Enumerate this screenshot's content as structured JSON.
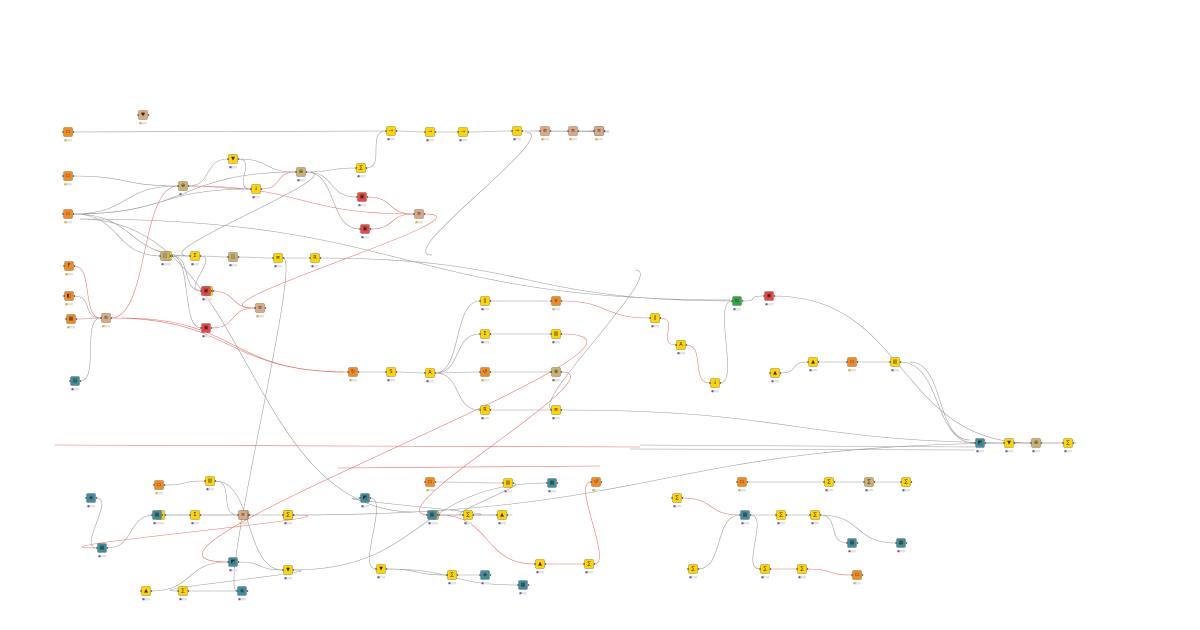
{
  "workflow": {
    "colors": {
      "source": "#f08a24",
      "manipulator": "#ffd500",
      "sink": "#e8454e",
      "meta": "#d9a98a",
      "loop": "#c7b374",
      "view": "#3a8fa6",
      "flow": "#2ea84a",
      "edge": "#9a9a9a",
      "edge_highlight": "#e8706a",
      "status_ok": "#6a4fa0",
      "status_warn": "#e8a020"
    },
    "nodes": [
      {
        "id": "n1",
        "kind": "source",
        "icon": "table-reader-icon"
      },
      {
        "id": "n2",
        "kind": "meta",
        "icon": "annotation-icon"
      },
      {
        "id": "n3",
        "kind": "source",
        "icon": "file-reader-icon"
      },
      {
        "id": "n4",
        "kind": "source",
        "icon": "file-reader-icon"
      },
      {
        "id": "n5",
        "kind": "source",
        "icon": "database-icon"
      },
      {
        "id": "n6",
        "kind": "source",
        "icon": "excel-reader-icon"
      },
      {
        "id": "n7",
        "kind": "source",
        "icon": "csv-reader-icon"
      },
      {
        "id": "n8",
        "kind": "view",
        "icon": "image-icon"
      },
      {
        "id": "n9",
        "kind": "meta",
        "icon": "metanode-icon"
      },
      {
        "id": "n10",
        "kind": "loop",
        "icon": "joiner-icon"
      },
      {
        "id": "n11",
        "kind": "manipulator",
        "icon": "filter-icon"
      },
      {
        "id": "n12",
        "kind": "manipulator",
        "icon": "sorter-icon"
      },
      {
        "id": "n13",
        "kind": "loop",
        "icon": "joiner-icon"
      },
      {
        "id": "n14",
        "kind": "manipulator",
        "icon": "math-icon"
      },
      {
        "id": "n15",
        "kind": "sink",
        "icon": "writer-icon"
      },
      {
        "id": "n16",
        "kind": "sink",
        "icon": "writer-icon"
      },
      {
        "id": "n17",
        "kind": "meta",
        "icon": "metanode-icon"
      },
      {
        "id": "n18",
        "kind": "manipulator",
        "icon": "column-filter-icon"
      },
      {
        "id": "n19",
        "kind": "manipulator",
        "icon": "groupby-icon"
      },
      {
        "id": "n20",
        "kind": "loop",
        "icon": "pivot-icon"
      },
      {
        "id": "n21",
        "kind": "manipulator",
        "icon": "row-filter-icon"
      },
      {
        "id": "n22",
        "kind": "manipulator",
        "icon": "rule-engine-icon"
      },
      {
        "id": "n23",
        "kind": "manipulator",
        "icon": "rule-engine-icon"
      },
      {
        "id": "n24",
        "kind": "loop",
        "icon": "pivot-icon"
      },
      {
        "id": "n25",
        "kind": "manipulator",
        "icon": "row-filter-icon"
      },
      {
        "id": "n26",
        "kind": "sink",
        "icon": "writer-icon"
      },
      {
        "id": "n27",
        "kind": "sink",
        "icon": "writer-icon"
      },
      {
        "id": "n28",
        "kind": "meta",
        "icon": "metanode-icon"
      },
      {
        "id": "n29",
        "kind": "manipulator",
        "icon": "string-manipulation-icon"
      },
      {
        "id": "n30",
        "kind": "loop",
        "icon": "joiner-icon"
      },
      {
        "id": "n31",
        "kind": "manipulator",
        "icon": "row-filter-icon"
      },
      {
        "id": "n32",
        "kind": "manipulator",
        "icon": "column-rename-icon"
      },
      {
        "id": "n33",
        "kind": "manipulator",
        "icon": "math-icon"
      },
      {
        "id": "n34",
        "kind": "manipulator",
        "icon": "math-icon"
      },
      {
        "id": "n35",
        "kind": "manipulator",
        "icon": "math-icon"
      },
      {
        "id": "n36",
        "kind": "sink",
        "icon": "writer-icon"
      },
      {
        "id": "n37",
        "kind": "source",
        "icon": "loop-start-icon"
      },
      {
        "id": "n38",
        "kind": "manipulator",
        "icon": "string-manipulation-icon"
      },
      {
        "id": "n39",
        "kind": "manipulator",
        "icon": "column-rename-icon"
      },
      {
        "id": "n40",
        "kind": "manipulator",
        "icon": "arrow-right-icon"
      },
      {
        "id": "n41",
        "kind": "manipulator",
        "icon": "arrow-right-icon"
      },
      {
        "id": "n42",
        "kind": "manipulator",
        "icon": "arrow-right-icon"
      },
      {
        "id": "n43",
        "kind": "manipulator",
        "icon": "arrow-right-icon"
      },
      {
        "id": "n44",
        "kind": "meta",
        "icon": "metanode-icon"
      },
      {
        "id": "n45",
        "kind": "meta",
        "icon": "metanode-icon"
      },
      {
        "id": "n46",
        "kind": "meta",
        "icon": "metanode-icon"
      },
      {
        "id": "n47",
        "kind": "meta",
        "icon": "metanode-icon"
      },
      {
        "id": "n48",
        "kind": "manipulator",
        "icon": "concatenate-icon"
      },
      {
        "id": "n49",
        "kind": "manipulator",
        "icon": "groupby-icon"
      },
      {
        "id": "n50",
        "kind": "source",
        "icon": "loop-end-icon"
      },
      {
        "id": "n51",
        "kind": "flow",
        "icon": "switch-icon"
      },
      {
        "id": "n52",
        "kind": "manipulator",
        "icon": "rule-engine-icon"
      },
      {
        "id": "n53",
        "kind": "source",
        "icon": "variable-icon"
      },
      {
        "id": "n54",
        "kind": "manipulator",
        "icon": "column-filter-icon"
      },
      {
        "id": "n55",
        "kind": "loop",
        "icon": "joiner-icon"
      },
      {
        "id": "n56",
        "kind": "manipulator",
        "icon": "row-filter-icon"
      },
      {
        "id": "n57",
        "kind": "manipulator",
        "icon": "concatenate-icon"
      },
      {
        "id": "n58",
        "kind": "manipulator",
        "icon": "column-rename-icon"
      },
      {
        "id": "n59",
        "kind": "manipulator",
        "icon": "sorter-icon"
      },
      {
        "id": "n60",
        "kind": "sink",
        "icon": "writer-icon"
      },
      {
        "id": "n61",
        "kind": "manipulator",
        "icon": "chart-icon"
      },
      {
        "id": "n62",
        "kind": "manipulator",
        "icon": "chart-icon"
      },
      {
        "id": "n63",
        "kind": "source",
        "icon": "file-reader-icon"
      },
      {
        "id": "n64",
        "kind": "manipulator",
        "icon": "column-filter-icon"
      },
      {
        "id": "n65",
        "kind": "view",
        "icon": "partitioning-icon"
      },
      {
        "id": "n66",
        "kind": "manipulator",
        "icon": "filter-icon"
      },
      {
        "id": "n67",
        "kind": "loop",
        "icon": "joiner-icon"
      },
      {
        "id": "n68",
        "kind": "manipulator",
        "icon": "math-icon"
      },
      {
        "id": "n69",
        "kind": "view",
        "icon": "scorer-icon"
      },
      {
        "id": "n70",
        "kind": "view",
        "icon": "table-view-icon"
      },
      {
        "id": "n71",
        "kind": "manipulator",
        "icon": "math-icon"
      },
      {
        "id": "n72",
        "kind": "manipulator",
        "icon": "groupby-icon"
      },
      {
        "id": "n73",
        "kind": "source",
        "icon": "loop-end-icon"
      },
      {
        "id": "n74",
        "kind": "manipulator",
        "icon": "chart-icon"
      },
      {
        "id": "n75",
        "kind": "source",
        "icon": "file-reader-icon"
      },
      {
        "id": "n76",
        "kind": "manipulator",
        "icon": "column-filter-icon"
      },
      {
        "id": "n77",
        "kind": "meta",
        "icon": "metanode-icon"
      },
      {
        "id": "n78",
        "kind": "manipulator",
        "icon": "math-icon"
      },
      {
        "id": "n79",
        "kind": "manipulator",
        "icon": "chart-icon"
      },
      {
        "id": "n80",
        "kind": "view",
        "icon": "partitioning-icon"
      },
      {
        "id": "n81",
        "kind": "manipulator",
        "icon": "filter-icon"
      },
      {
        "id": "n82",
        "kind": "manipulator",
        "icon": "math-icon"
      },
      {
        "id": "n83",
        "kind": "view",
        "icon": "scorer-icon"
      },
      {
        "id": "n84",
        "kind": "view",
        "icon": "table-view-icon"
      },
      {
        "id": "n85",
        "kind": "manipulator",
        "icon": "chart-icon"
      },
      {
        "id": "n86",
        "kind": "manipulator",
        "icon": "math-icon"
      },
      {
        "id": "n87",
        "kind": "manipulator",
        "icon": "groupby-icon"
      },
      {
        "id": "n88",
        "kind": "source",
        "icon": "loop-end-icon"
      },
      {
        "id": "n89",
        "kind": "source",
        "icon": "file-reader-icon"
      },
      {
        "id": "n90",
        "kind": "manipulator",
        "icon": "column-filter-icon"
      },
      {
        "id": "n91",
        "kind": "loop",
        "icon": "joiner-icon"
      },
      {
        "id": "n92",
        "kind": "manipulator",
        "icon": "math-icon"
      },
      {
        "id": "n93",
        "kind": "manipulator",
        "icon": "chart-icon"
      },
      {
        "id": "n94",
        "kind": "view",
        "icon": "partitioning-icon"
      },
      {
        "id": "n95",
        "kind": "manipulator",
        "icon": "filter-icon"
      },
      {
        "id": "n96",
        "kind": "manipulator",
        "icon": "math-icon"
      },
      {
        "id": "n97",
        "kind": "view",
        "icon": "scorer-icon"
      },
      {
        "id": "n98",
        "kind": "view",
        "icon": "table-view-icon"
      },
      {
        "id": "n99",
        "kind": "manipulator",
        "icon": "chart-icon"
      },
      {
        "id": "n100",
        "kind": "manipulator",
        "icon": "math-icon"
      },
      {
        "id": "n101",
        "kind": "source",
        "icon": "loop-end-icon"
      }
    ],
    "edges": [
      [
        "n1",
        "n40",
        0
      ],
      [
        "n3",
        "n10",
        0
      ],
      [
        "n4",
        "n10",
        0
      ],
      [
        "n4",
        "n13",
        0
      ],
      [
        "n4",
        "n18",
        0
      ],
      [
        "n4",
        "n19",
        0
      ],
      [
        "n4",
        "n12",
        0
      ],
      [
        "n5",
        "n9",
        1
      ],
      [
        "n6",
        "n9",
        1
      ],
      [
        "n7",
        "n9",
        0
      ],
      [
        "n9",
        "n10",
        1
      ],
      [
        "n9",
        "n37",
        1
      ],
      [
        "n10",
        "n11",
        0
      ],
      [
        "n10",
        "n12",
        0
      ],
      [
        "n10",
        "n17",
        1
      ],
      [
        "n11",
        "n12",
        0
      ],
      [
        "n11",
        "n13",
        0
      ],
      [
        "n12",
        "n13",
        1
      ],
      [
        "n13",
        "n14",
        0
      ],
      [
        "n13",
        "n15",
        0
      ],
      [
        "n13",
        "n16",
        0
      ],
      [
        "n15",
        "n17",
        1
      ],
      [
        "n16",
        "n17",
        1
      ],
      [
        "n14",
        "n40",
        0
      ],
      [
        "n40",
        "n41",
        0
      ],
      [
        "n41",
        "n42",
        0
      ],
      [
        "n42",
        "n43",
        0
      ],
      [
        "n43",
        "n44",
        0
      ],
      [
        "n44",
        "n45",
        0
      ],
      [
        "n45",
        "n46",
        0
      ],
      [
        "n46",
        "n47",
        0
      ],
      [
        "n13",
        "n19",
        0
      ],
      [
        "n18",
        "n19",
        0
      ],
      [
        "n19",
        "n20",
        0
      ],
      [
        "n20",
        "n21",
        0
      ],
      [
        "n21",
        "n22",
        0
      ],
      [
        "n19",
        "n23",
        0
      ],
      [
        "n18",
        "n26",
        0
      ],
      [
        "n18",
        "n27",
        0
      ],
      [
        "n26",
        "n28",
        1
      ],
      [
        "n27",
        "n28",
        1
      ],
      [
        "n17",
        "n28",
        1
      ],
      [
        "n22",
        "n51",
        0
      ],
      [
        "n37",
        "n38",
        0
      ],
      [
        "n38",
        "n39",
        0
      ],
      [
        "n39",
        "n48",
        0
      ],
      [
        "n39",
        "n49",
        0
      ],
      [
        "n39",
        "n50",
        0
      ],
      [
        "n39",
        "n52",
        0
      ],
      [
        "n48",
        "n53",
        0
      ],
      [
        "n49",
        "n54",
        0
      ],
      [
        "n50",
        "n55",
        0
      ],
      [
        "n52",
        "n56",
        0
      ],
      [
        "n53",
        "n57",
        1
      ],
      [
        "n57",
        "n58",
        1
      ],
      [
        "n58",
        "n59",
        1
      ],
      [
        "n59",
        "n51",
        0
      ],
      [
        "n51",
        "n60",
        0
      ],
      [
        "n61",
        "n62",
        0
      ],
      [
        "n62",
        "n63",
        0
      ],
      [
        "n63",
        "n64",
        0
      ],
      [
        "n64",
        "n65",
        0
      ],
      [
        "n65",
        "n66",
        0
      ],
      [
        "n66",
        "n67",
        0
      ],
      [
        "n67",
        "n68",
        0
      ],
      [
        "n54",
        "n80",
        1
      ],
      [
        "n21",
        "n83",
        0
      ],
      [
        "n55",
        "n91",
        1
      ],
      [
        "n89",
        "n90",
        0
      ],
      [
        "n90",
        "n92",
        0
      ],
      [
        "n92",
        "n94",
        0
      ],
      [
        "n93",
        "n91",
        0
      ],
      [
        "n94",
        "n95",
        0
      ],
      [
        "n95",
        "n96",
        0
      ],
      [
        "n96",
        "n97",
        0
      ],
      [
        "n95",
        "n98",
        0
      ],
      [
        "n91",
        "n99",
        1
      ],
      [
        "n99",
        "n100",
        1
      ],
      [
        "n100",
        "n101",
        1
      ],
      [
        "n91",
        "n93",
        0
      ],
      [
        "n8",
        "n9",
        0
      ],
      [
        "n73",
        "n71",
        0
      ],
      [
        "n75",
        "n76",
        0
      ],
      [
        "n76",
        "n77",
        0
      ],
      [
        "n77",
        "n78",
        0
      ],
      [
        "n76",
        "n81",
        0
      ],
      [
        "n79",
        "n80",
        0
      ],
      [
        "n80",
        "n81",
        0
      ],
      [
        "n81",
        "n82",
        0
      ],
      [
        "n82",
        "n83",
        0
      ],
      [
        "n81",
        "n84",
        0
      ],
      [
        "n80",
        "n85",
        1
      ],
      [
        "n85",
        "n86",
        1
      ],
      [
        "n86",
        "n87",
        1
      ],
      [
        "n69",
        "n70",
        0
      ],
      [
        "n70",
        "n71",
        0
      ],
      [
        "n71",
        "n72",
        0
      ],
      [
        "n72",
        "n73",
        0
      ],
      [
        "n74",
        "n70",
        1
      ],
      [
        "n60",
        "n67",
        0
      ],
      [
        "n56",
        "n67",
        0
      ],
      [
        "n68",
        "n67",
        0
      ],
      [
        "n78",
        "n67",
        0
      ]
    ]
  }
}
